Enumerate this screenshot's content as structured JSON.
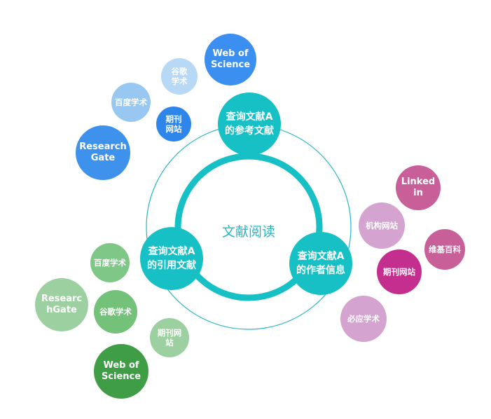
{
  "center": {
    "label": "文献阅读",
    "color": "#25b8c4"
  },
  "hubs": {
    "references": {
      "label": "查询文献A\n的参考文献",
      "color": "#17c0c4"
    },
    "citations": {
      "label": "查询文献A\n的引用文献",
      "color": "#17c0c4"
    },
    "authors": {
      "label": "查询文献A\n的作者信息",
      "color": "#17c0c4"
    }
  },
  "reference_sources": [
    {
      "label": "Web of\nScience",
      "color": "#3a8ff0"
    },
    {
      "label": "谷歌\n学术",
      "color": "#b7d9f6"
    },
    {
      "label": "百度学术",
      "color": "#98c8f2"
    },
    {
      "label": "期刊\n网站",
      "color": "#2f86ea"
    },
    {
      "label": "Research\nGate",
      "color": "#3f92ec"
    }
  ],
  "citation_sources": [
    {
      "label": "百度学术",
      "color": "#7fc786"
    },
    {
      "label": "Researc\nhGate",
      "color": "#9dd0a1"
    },
    {
      "label": "谷歌学术",
      "color": "#74c27a"
    },
    {
      "label": "期刊网\n站",
      "color": "#9dd0a1"
    },
    {
      "label": "Web of\nScience",
      "color": "#3f9d45"
    }
  ],
  "author_sources": [
    {
      "label": "Linked\nin",
      "color": "#c95f98"
    },
    {
      "label": "机构网站",
      "color": "#d4a3cf"
    },
    {
      "label": "维基百科",
      "color": "#c95f98"
    },
    {
      "label": "期刊网站",
      "color": "#c42f8f"
    },
    {
      "label": "必应学术",
      "color": "#d4a3cf"
    }
  ]
}
